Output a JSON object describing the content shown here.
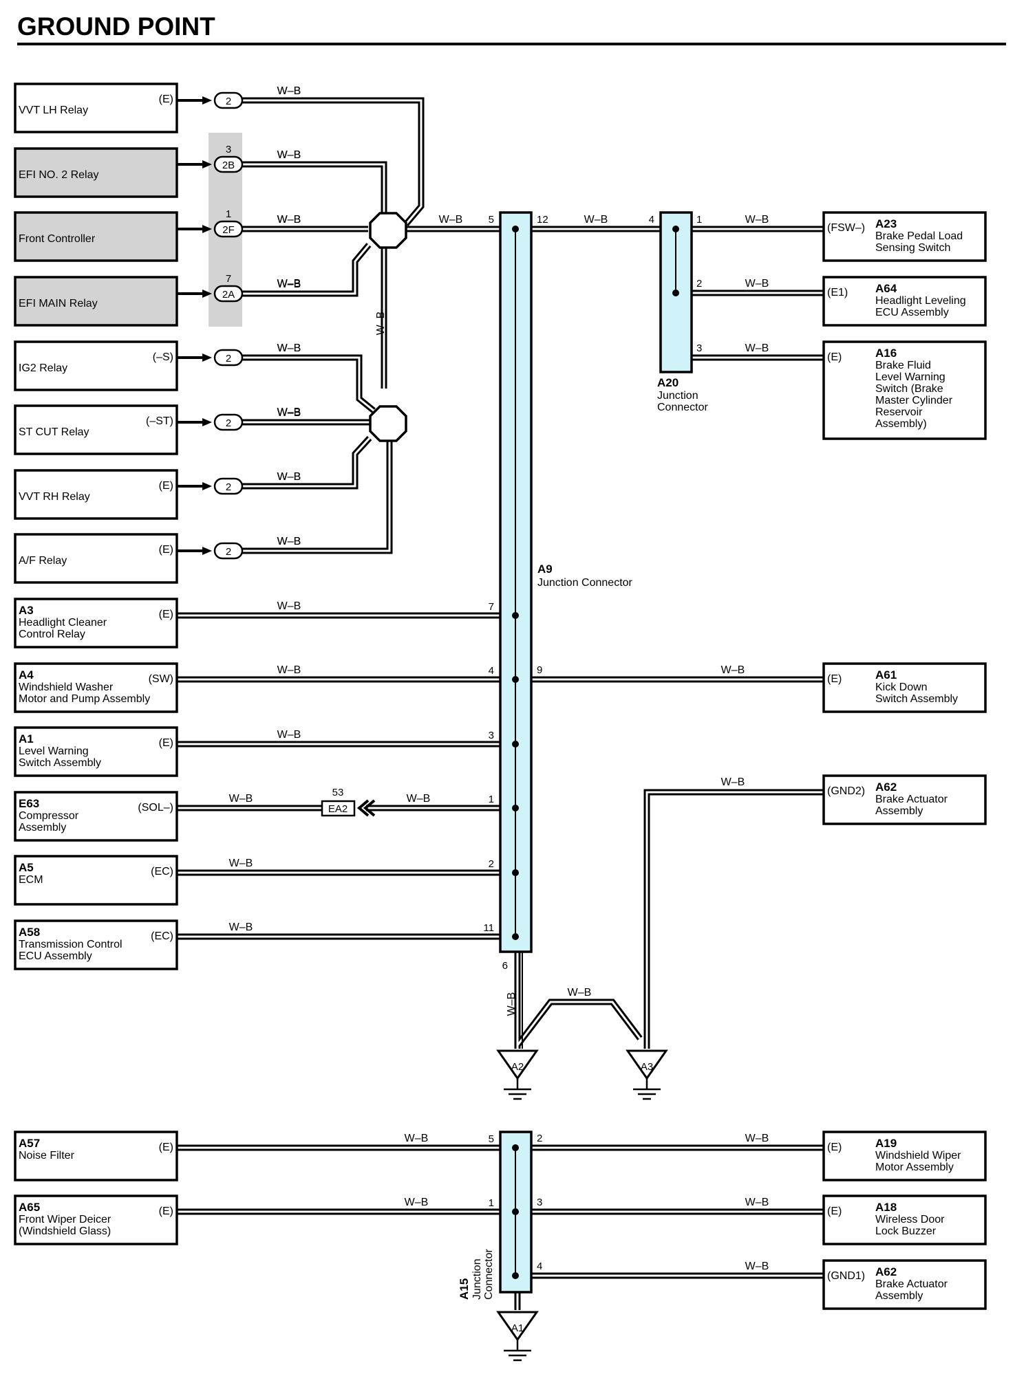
{
  "title": "GROUND POINT",
  "wire_color": "W–B",
  "colors": {
    "connector_fill": "#cff3f8",
    "shaded_fill": "#d3d3d3"
  },
  "left_components": [
    {
      "code": "",
      "name": [
        "VVT LH Relay"
      ],
      "terminal": "(E)",
      "plug": "2",
      "pin": ""
    },
    {
      "code": "",
      "name": [
        "EFI NO. 2 Relay"
      ],
      "terminal": "",
      "plug": "2B",
      "pin": "3"
    },
    {
      "code": "",
      "name": [
        "Front Controller"
      ],
      "terminal": "",
      "plug": "2F",
      "pin": "1"
    },
    {
      "code": "",
      "name": [
        "EFI MAIN Relay"
      ],
      "terminal": "",
      "plug": "2A",
      "pin": "7"
    },
    {
      "code": "",
      "name": [
        "IG2 Relay"
      ],
      "terminal": "(–S)",
      "plug": "2",
      "pin": ""
    },
    {
      "code": "",
      "name": [
        "ST CUT Relay"
      ],
      "terminal": "(–ST)",
      "plug": "2",
      "pin": ""
    },
    {
      "code": "",
      "name": [
        "VVT RH Relay"
      ],
      "terminal": "(E)",
      "plug": "2",
      "pin": ""
    },
    {
      "code": "",
      "name": [
        "A/F Relay"
      ],
      "terminal": "(E)",
      "plug": "2",
      "pin": ""
    },
    {
      "code": "A3",
      "name": [
        "Headlight Cleaner",
        "Control Relay"
      ],
      "terminal": "(E)",
      "pin": "7"
    },
    {
      "code": "A4",
      "name": [
        "Windshield Washer",
        "Motor and Pump Assembly"
      ],
      "terminal": "(SW)",
      "pin": "4"
    },
    {
      "code": "A1",
      "name": [
        "Level Warning",
        "Switch Assembly"
      ],
      "terminal": "(E)",
      "pin": "3"
    },
    {
      "code": "E63",
      "name": [
        "Compressor",
        "Assembly"
      ],
      "terminal": "(SOL–)",
      "pin": "1"
    },
    {
      "code": "A5",
      "name": [
        "ECM"
      ],
      "terminal": "(EC)",
      "pin": "2"
    },
    {
      "code": "A58",
      "name": [
        "Transmission Control",
        "ECU Assembly"
      ],
      "terminal": "(EC)",
      "pin": "11"
    },
    {
      "code": "A57",
      "name": [
        "Noise Filter"
      ],
      "terminal": "(E)",
      "pin": "5"
    },
    {
      "code": "A65",
      "name": [
        "Front Wiper Deicer",
        "(Windshield Glass)"
      ],
      "terminal": "(E)",
      "pin": "1"
    }
  ],
  "right_components": [
    {
      "code": "A23",
      "name": [
        "Brake Pedal Load",
        "Sensing Switch"
      ],
      "terminal": "(FSW–)",
      "pin": "1"
    },
    {
      "code": "A64",
      "name": [
        "Headlight Leveling",
        "ECU Assembly"
      ],
      "terminal": "(E1)",
      "pin": "2"
    },
    {
      "code": "A16",
      "name": [
        "Brake Fluid",
        "Level Warning",
        "Switch (Brake",
        "Master Cylinder",
        "Reservoir",
        "Assembly)"
      ],
      "terminal": "(E)",
      "pin": "3"
    },
    {
      "code": "A61",
      "name": [
        "Kick Down",
        "Switch Assembly"
      ],
      "terminal": "(E)",
      "pin": "9"
    },
    {
      "code": "A62",
      "name": [
        "Brake Actuator",
        "Assembly"
      ],
      "terminal": "(GND2)",
      "pin": ""
    },
    {
      "code": "A19",
      "name": [
        "Windshield Wiper",
        "Motor Assembly"
      ],
      "terminal": "(E)",
      "pin": "2"
    },
    {
      "code": "A18",
      "name": [
        "Wireless Door",
        "Lock Buzzer"
      ],
      "terminal": "(E)",
      "pin": "3"
    },
    {
      "code": "A62",
      "name": [
        "Brake Actuator",
        "Assembly"
      ],
      "terminal": "(GND1)",
      "pin": "4"
    }
  ],
  "junctions": {
    "a9": {
      "code": "A9",
      "name": "Junction Connector",
      "in_pin": "5",
      "out_pin": "12",
      "bottom_pin": "6"
    },
    "a20": {
      "code": "A20",
      "name": [
        "Junction",
        "Connector"
      ],
      "in_pin": "4"
    },
    "a15": {
      "code": "A15",
      "name": [
        "Junction",
        "Connector"
      ]
    }
  },
  "inline_connector": {
    "code": "EA2",
    "pin": "53"
  },
  "grounds": [
    "A2",
    "A3",
    "A1"
  ]
}
